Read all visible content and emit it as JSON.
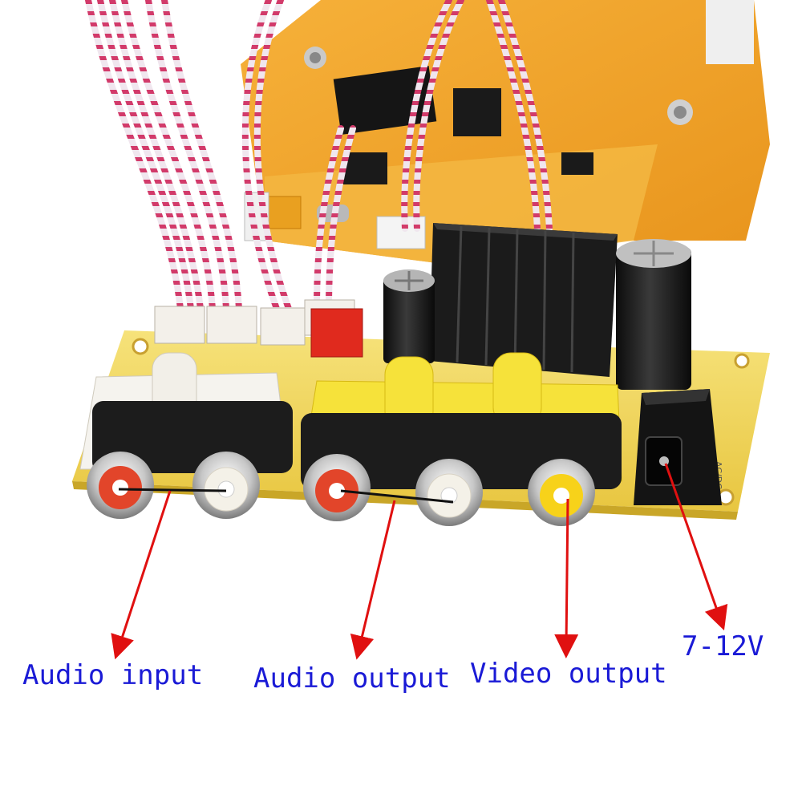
{
  "labels": {
    "audio_input": "Audio input",
    "audio_output": "Audio output",
    "video_output": "Video output",
    "voltage": "7-12V"
  },
  "board_markings": {
    "power_jack": "AC/DC"
  },
  "colors": {
    "label_text": "#1a1ad6",
    "arrow": "#e01010",
    "pcb_yellow": "#f2d64a",
    "daughter_board_orange": "#f0a020",
    "rca_red": "#e2452a",
    "rca_white": "#f4f1e8",
    "rca_yellow": "#f7d21a",
    "heatsink": "#1c1c1c",
    "cable_pink": "#d23a6a"
  }
}
